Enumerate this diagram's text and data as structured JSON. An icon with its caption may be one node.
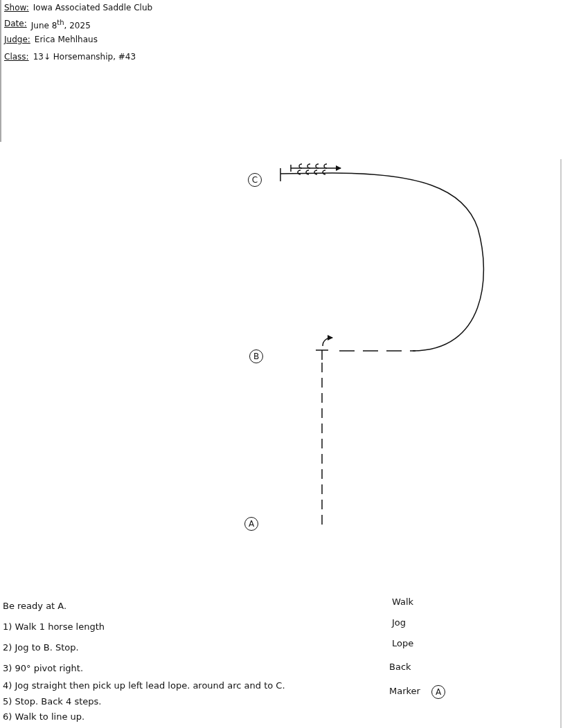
{
  "diagram": {
    "nodes": [
      {
        "text": [
          "C"
        ]
      },
      {
        "text": [
          "B"
        ]
      },
      {
        "text": [
          "A"
        ]
      },
      {
        "text": [
          "A"
        ]
      }
    ],
    "labels": [
      "Show:",
      "Iowa Associated Saddle Club",
      "Date:",
      "June 8$^{th}$, 2025",
      "Judge:",
      "Erica Mehlhaus",
      "Class:",
      "13↓ Horsemanship, #43",
      "Be ready at A.",
      "1) Walk 1 horse length",
      "2) Jog to B. Stop.",
      "3) 90° pivot right.",
      "4) Jog straight then pick up left lead lope. around arc and to C.",
      "5) Stop. Back 4 steps.",
      "6) Walk to line up.",
      "Walk",
      "Jog",
      "Lope",
      "Back",
      "Marker"
    ]
  }
}
